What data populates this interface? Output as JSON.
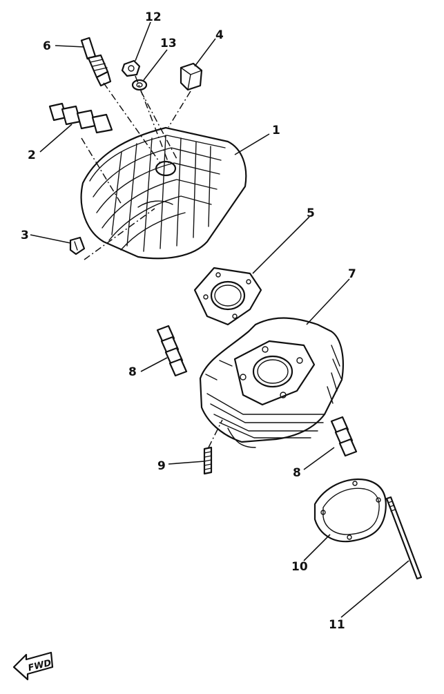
{
  "callouts": {
    "c1": "1",
    "c2": "2",
    "c3": "3",
    "c4": "4",
    "c5": "5",
    "c6": "6",
    "c7": "7",
    "c8a": "8",
    "c8b": "8",
    "c9": "9",
    "c10": "10",
    "c11": "11",
    "c12": "12",
    "c13": "13"
  },
  "fwd_label": "FWD"
}
